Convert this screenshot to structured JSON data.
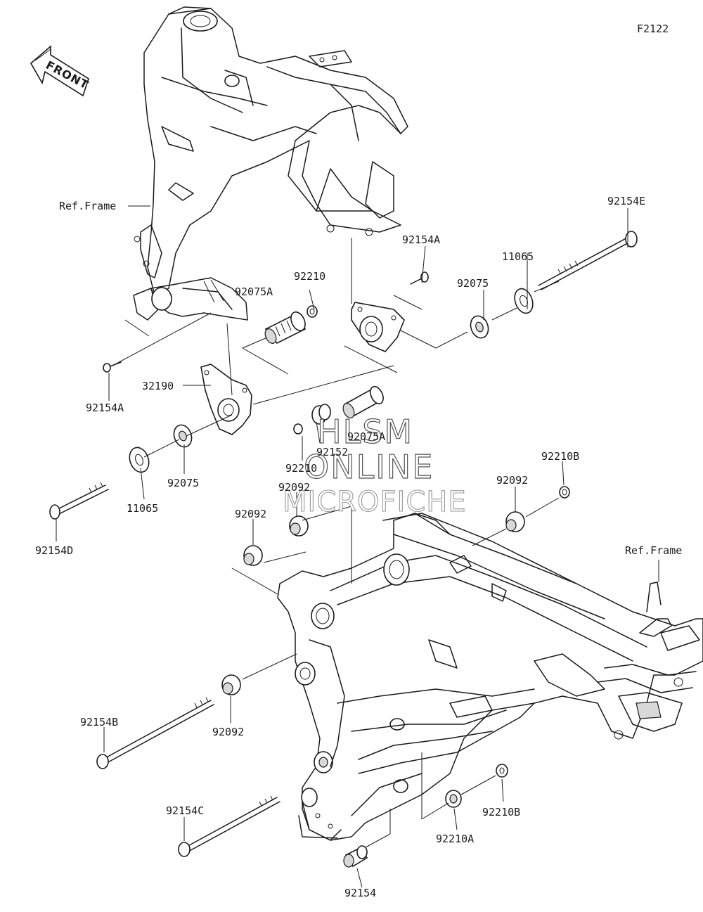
{
  "figure_code": "F2122",
  "front_arrow_label": "FRONT",
  "ref_frame_labels": [
    "Ref.Frame",
    "Ref.Frame"
  ],
  "watermark": {
    "line1": "HLSM",
    "line2": "ONLINE",
    "line3": "MICROFICHE"
  },
  "part_labels": [
    "92154E",
    "92154A",
    "11065",
    "92075",
    "92210",
    "92075A",
    "92154A",
    "32190",
    "92075A",
    "92152",
    "92210",
    "92075",
    "11065",
    "92154D",
    "92092",
    "92092",
    "92210B",
    "92092",
    "92154B",
    "92092",
    "92154C",
    "92210B",
    "92210A",
    "92154"
  ]
}
